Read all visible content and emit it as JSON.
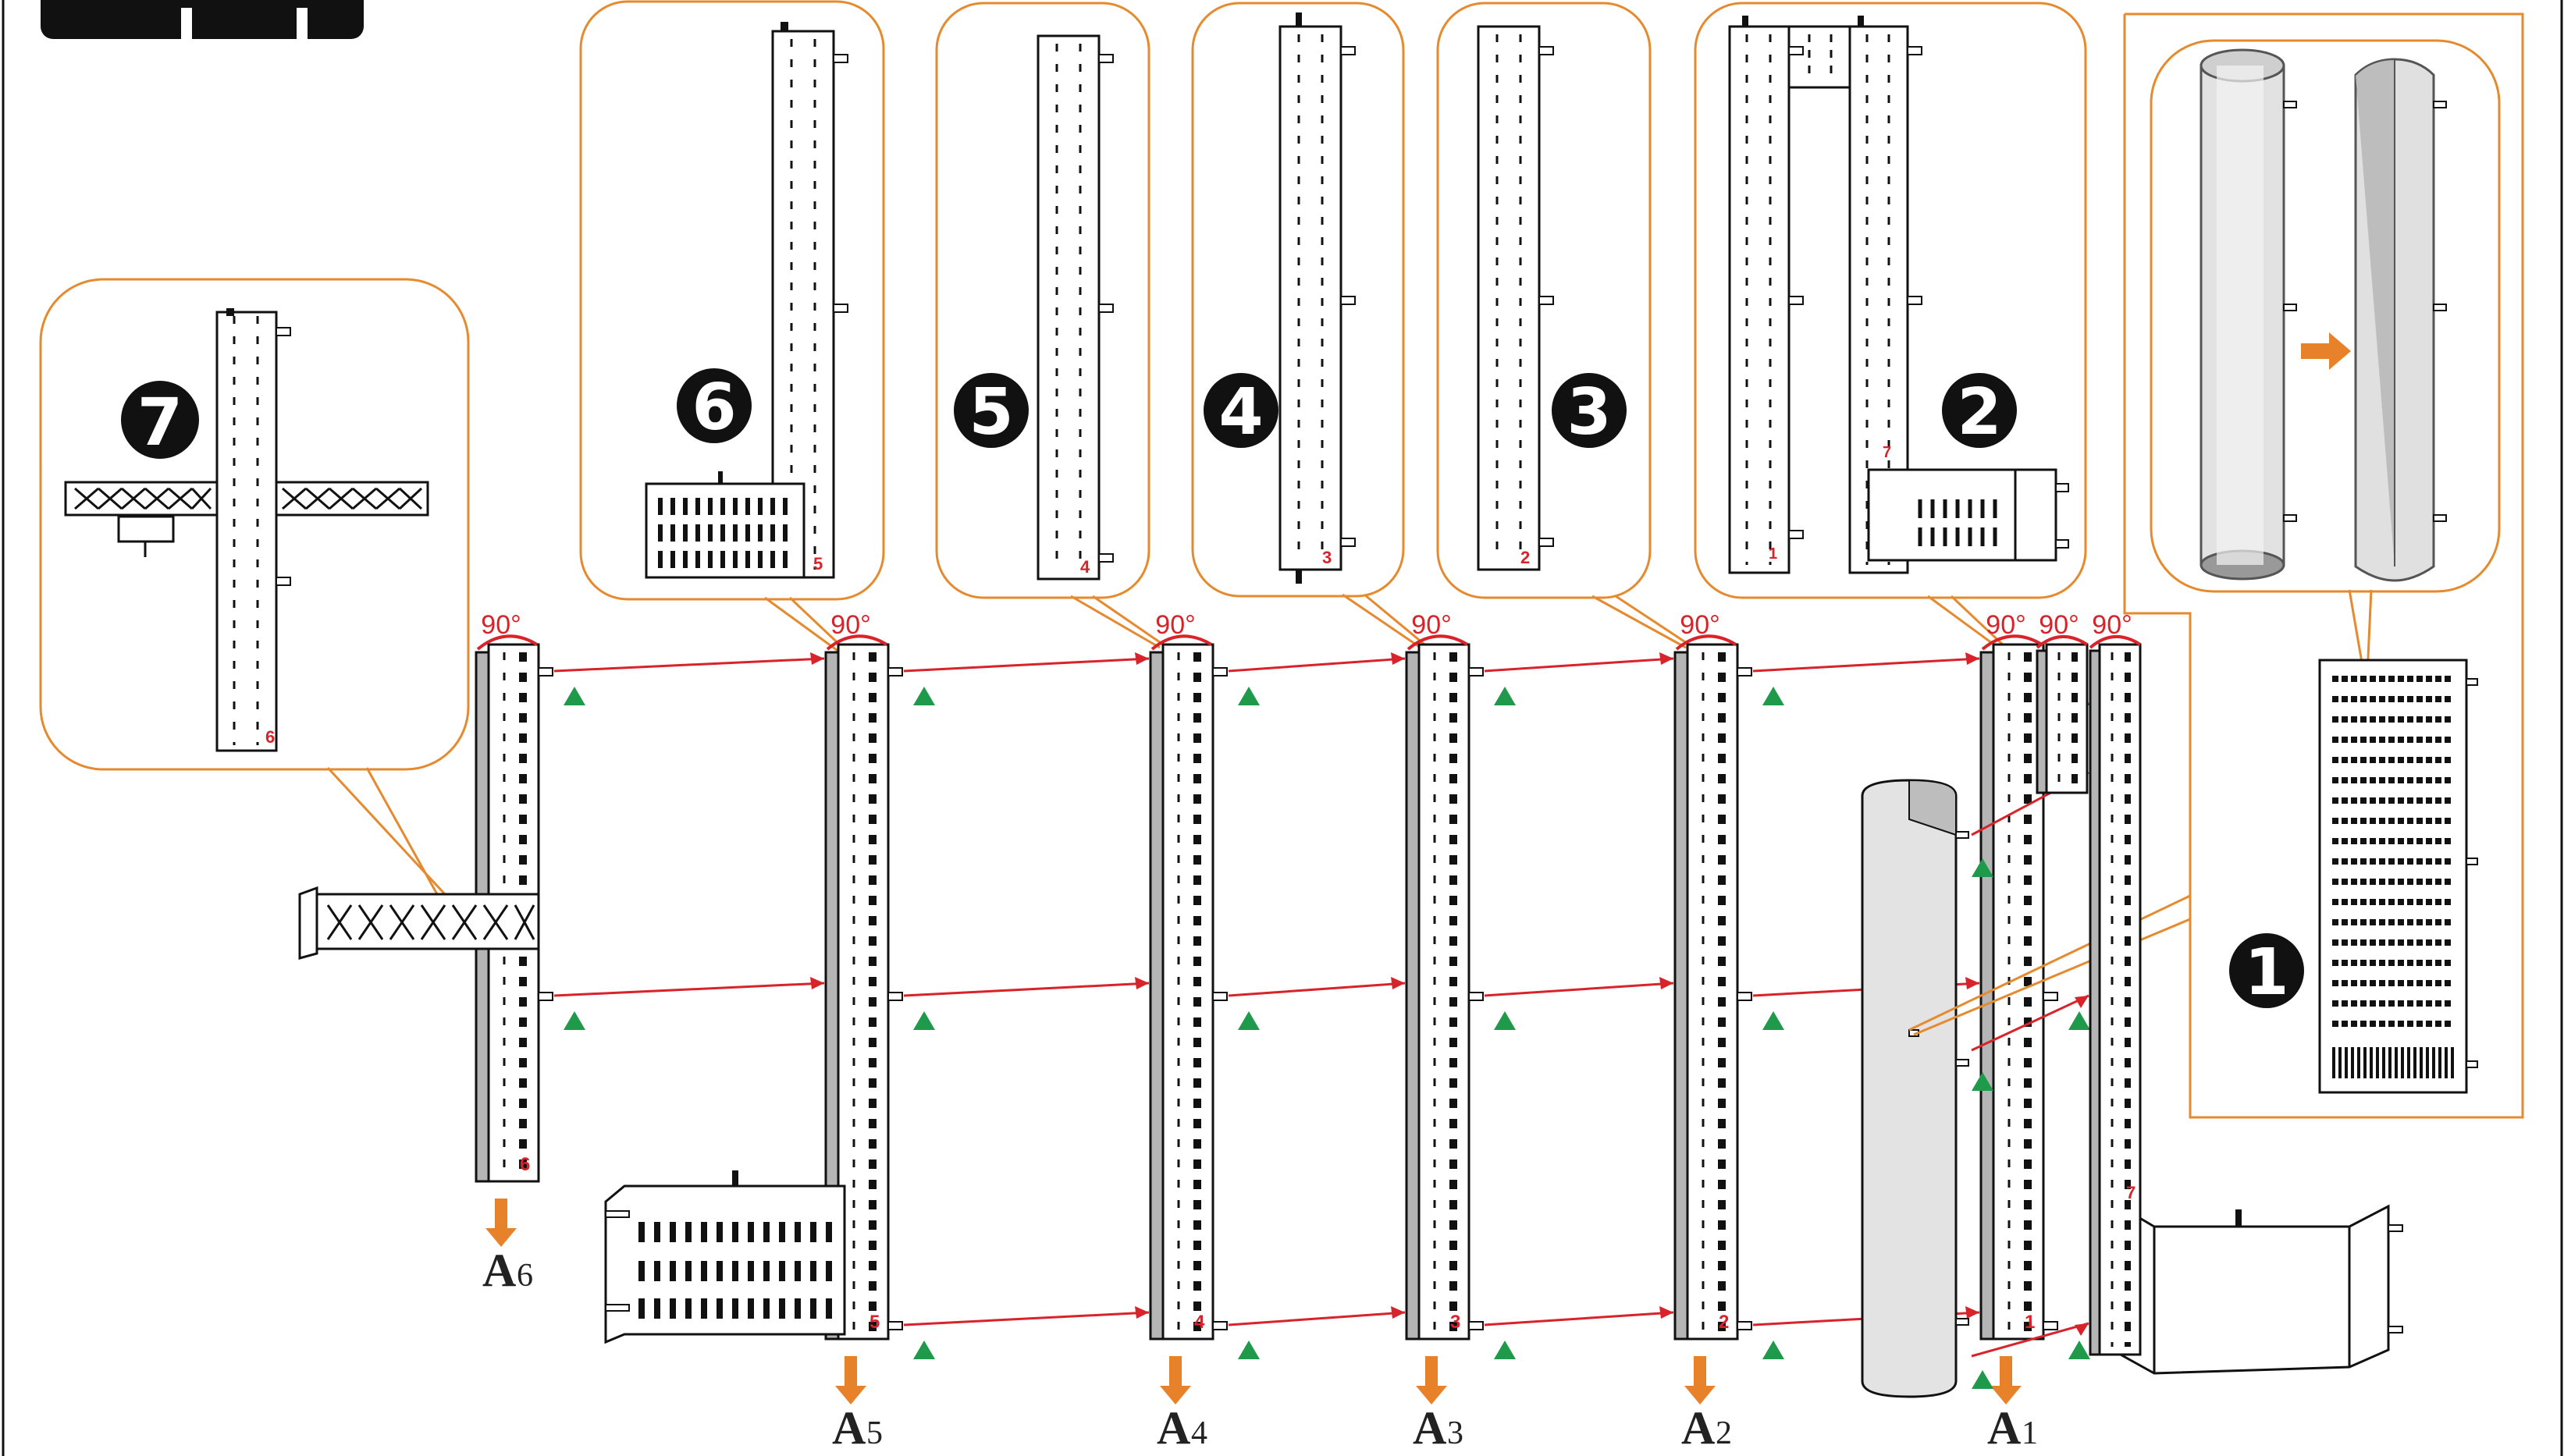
{
  "colors": {
    "callout_border": "#e58a2e",
    "arrow_red": "#d8232a",
    "arrow_orange": "#e8822a",
    "triangle_green": "#1e9a4a",
    "panel_fill": "#ffffff",
    "outline": "#111111",
    "shade": "#b5b5b5"
  },
  "callouts": [
    {
      "number": "❼",
      "part_label": "6"
    },
    {
      "number": "❻",
      "part_label": "5"
    },
    {
      "number": "❺",
      "part_label": "4"
    },
    {
      "number": "❹",
      "part_label": "3"
    },
    {
      "number": "❸",
      "part_label": "2"
    },
    {
      "number": "❷",
      "part_labels": [
        "1",
        "7"
      ]
    },
    {
      "number": "❶"
    }
  ],
  "columns": [
    {
      "angle": "90°",
      "label": "A",
      "sub": "6",
      "number": "6"
    },
    {
      "angle": "90°",
      "label": "A",
      "sub": "5",
      "number": "5"
    },
    {
      "angle": "90°",
      "label": "A",
      "sub": "4",
      "number": "4"
    },
    {
      "angle": "90°",
      "label": "A",
      "sub": "3",
      "number": "3"
    },
    {
      "angle": "90°",
      "label": "A",
      "sub": "2",
      "number": "2"
    },
    {
      "angle": "90°",
      "label": "A",
      "sub": "1",
      "number": "1"
    }
  ],
  "right_group": {
    "angles": [
      "90°",
      "90°"
    ],
    "number": "7"
  }
}
